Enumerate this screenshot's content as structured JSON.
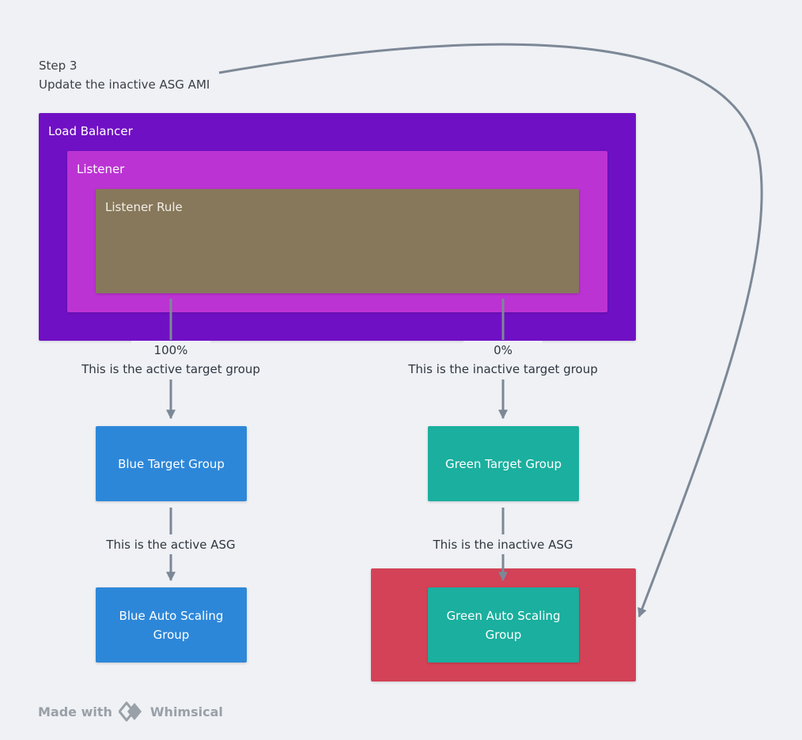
{
  "step": {
    "number": "Step 3",
    "description": "Update the inactive ASG AMI"
  },
  "containers": {
    "load_balancer": "Load Balancer",
    "listener": "Listener",
    "listener_rule": "Listener Rule"
  },
  "branches": {
    "blue": {
      "weight": "100%",
      "target_label": "This is the active target group",
      "target_group": "Blue Target Group",
      "asg_label": "This is the active ASG",
      "asg": "Blue Auto Scaling Group"
    },
    "green": {
      "weight": "0%",
      "target_label": "This is the inactive target group",
      "target_group": "Green Target Group",
      "asg_label": "This is the inactive ASG",
      "asg": "Green Auto Scaling Group"
    }
  },
  "footer": {
    "made_with": "Made with",
    "brand": "Whimsical"
  },
  "colors": {
    "load_balancer": "#7010c4",
    "listener": "#bc33d3",
    "listener_rule": "#87785c",
    "blue": "#2d87d9",
    "green": "#1aaf9e",
    "highlight": "#d34256",
    "connector": "#7d8896",
    "background": "#eff1f5"
  }
}
